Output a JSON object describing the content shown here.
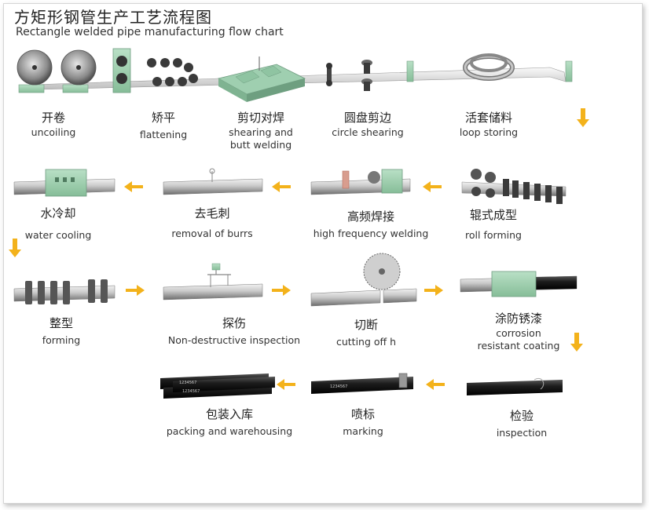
{
  "title": {
    "cn": "方矩形钢管生产工艺流程图",
    "en": "Rectangle welded pipe manufacturing flow chart"
  },
  "steps": [
    {
      "cn": "开卷",
      "en": "uncoiling"
    },
    {
      "cn": "矫平",
      "en": "flattening"
    },
    {
      "cn": "剪切对焊",
      "en": "shearing and",
      "en2": "butt welding"
    },
    {
      "cn": "圆盘剪边",
      "en": "circle shearing"
    },
    {
      "cn": "活套储料",
      "en": "loop storing"
    },
    {
      "cn": "辊式成型",
      "en": "roll forming"
    },
    {
      "cn": "高频焊接",
      "en": "high frequency welding"
    },
    {
      "cn": "去毛刺",
      "en": "removal of burrs"
    },
    {
      "cn": "水冷却",
      "en": "water cooling"
    },
    {
      "cn": "整型",
      "en": "forming"
    },
    {
      "cn": "探伤",
      "en": "Non-destructive inspection"
    },
    {
      "cn": "切断",
      "en": "cutting off h"
    },
    {
      "cn": "涂防锈漆",
      "en": "corrosion",
      "en2": "resistant coating"
    },
    {
      "cn": "检验",
      "en": "inspection"
    },
    {
      "cn": "喷标",
      "en": "marking"
    },
    {
      "cn": "包装入库",
      "en": "packing and warehousing"
    }
  ],
  "pipe_marking": "1234567",
  "colors": {
    "arrow": "#f3b21b",
    "machine_green": "#9fcfb0",
    "machine_dark": "#6f9c80",
    "steel_light": "#d8d8d8",
    "steel_dark": "#6a6a6a",
    "coated_pipe": "#1a1a1a"
  }
}
